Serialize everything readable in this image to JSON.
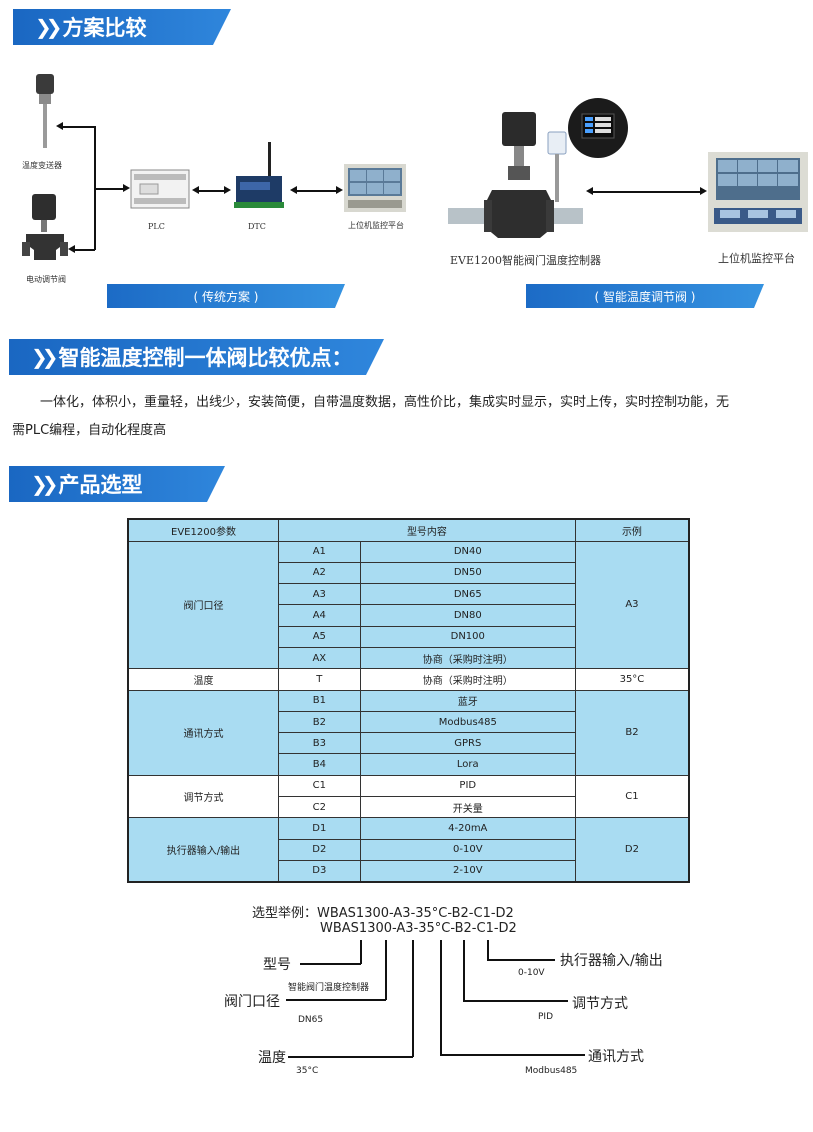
{
  "sections": {
    "compare_title": "方案比较",
    "advantages_title": "智能温度控制一体阀比较优点：",
    "selection_title": "产品选型"
  },
  "diagram": {
    "traditional": {
      "sensor_label": "温度变送器",
      "valve_label": "电动调节阀",
      "plc_label": "PLC",
      "dtc_label": "DTC",
      "platform_label": "上位机监控平台",
      "pill": "( 传统方案 )"
    },
    "smart": {
      "device_label": "EVE1200智能阀门温度控制器",
      "platform_label": "上位机监控平台",
      "pill": "( 智能温度调节阀 )"
    }
  },
  "advantages": {
    "line1": "一体化，体积小，重量轻，出线少，安装简便，自带温度数据，高性价比，集成实时显示，实时上传，实时控制功能，无",
    "line2": "需PLC编程，自动化程度高"
  },
  "table": {
    "headers": [
      "EVE1200参数",
      "型号内容",
      "示例"
    ],
    "groups": [
      {
        "param": "阀门口径",
        "example": "A3",
        "rows": [
          [
            "A1",
            "DN40"
          ],
          [
            "A2",
            "DN50"
          ],
          [
            "A3",
            "DN65"
          ],
          [
            "A4",
            "DN80"
          ],
          [
            "A5",
            "DN100"
          ],
          [
            "AX",
            "协商（采购时注明）"
          ]
        ]
      },
      {
        "param": "温度",
        "example": "35°C",
        "rows": [
          [
            "T",
            "协商（采购时注明）"
          ]
        ]
      },
      {
        "param": "通讯方式",
        "example": "B2",
        "rows": [
          [
            "B1",
            "蓝牙"
          ],
          [
            "B2",
            "Modbus485"
          ],
          [
            "B3",
            "GPRS"
          ],
          [
            "B4",
            "Lora"
          ]
        ]
      },
      {
        "param": "调节方式",
        "example": "C1",
        "rows": [
          [
            "C1",
            "PID"
          ],
          [
            "C2",
            "开关量"
          ]
        ]
      },
      {
        "param": "执行器输入/输出",
        "example": "D2",
        "rows": [
          [
            "D1",
            "4-20mA"
          ],
          [
            "D2",
            "0-10V"
          ],
          [
            "D3",
            "2-10V"
          ]
        ]
      }
    ]
  },
  "example": {
    "title_line": "选型举例：WBAS1300-A3-35°C-B2-C1-D2",
    "code_line": "WBAS1300-A3-35°C-B2-C1-D2",
    "model_label": "型号",
    "model_value": "智能阀门温度控制器",
    "size_label": "阀门口径",
    "size_value": "DN65",
    "temp_label": "温度",
    "temp_value": "35°C",
    "io_label": "执行器输入/输出",
    "io_value": "0-10V",
    "reg_label": "调节方式",
    "reg_value": "PID",
    "comm_label": "通讯方式",
    "comm_value": "Modbus485"
  },
  "colors": {
    "brand_blue": "#1a67c2",
    "table_blue": "#a9dcf2"
  }
}
